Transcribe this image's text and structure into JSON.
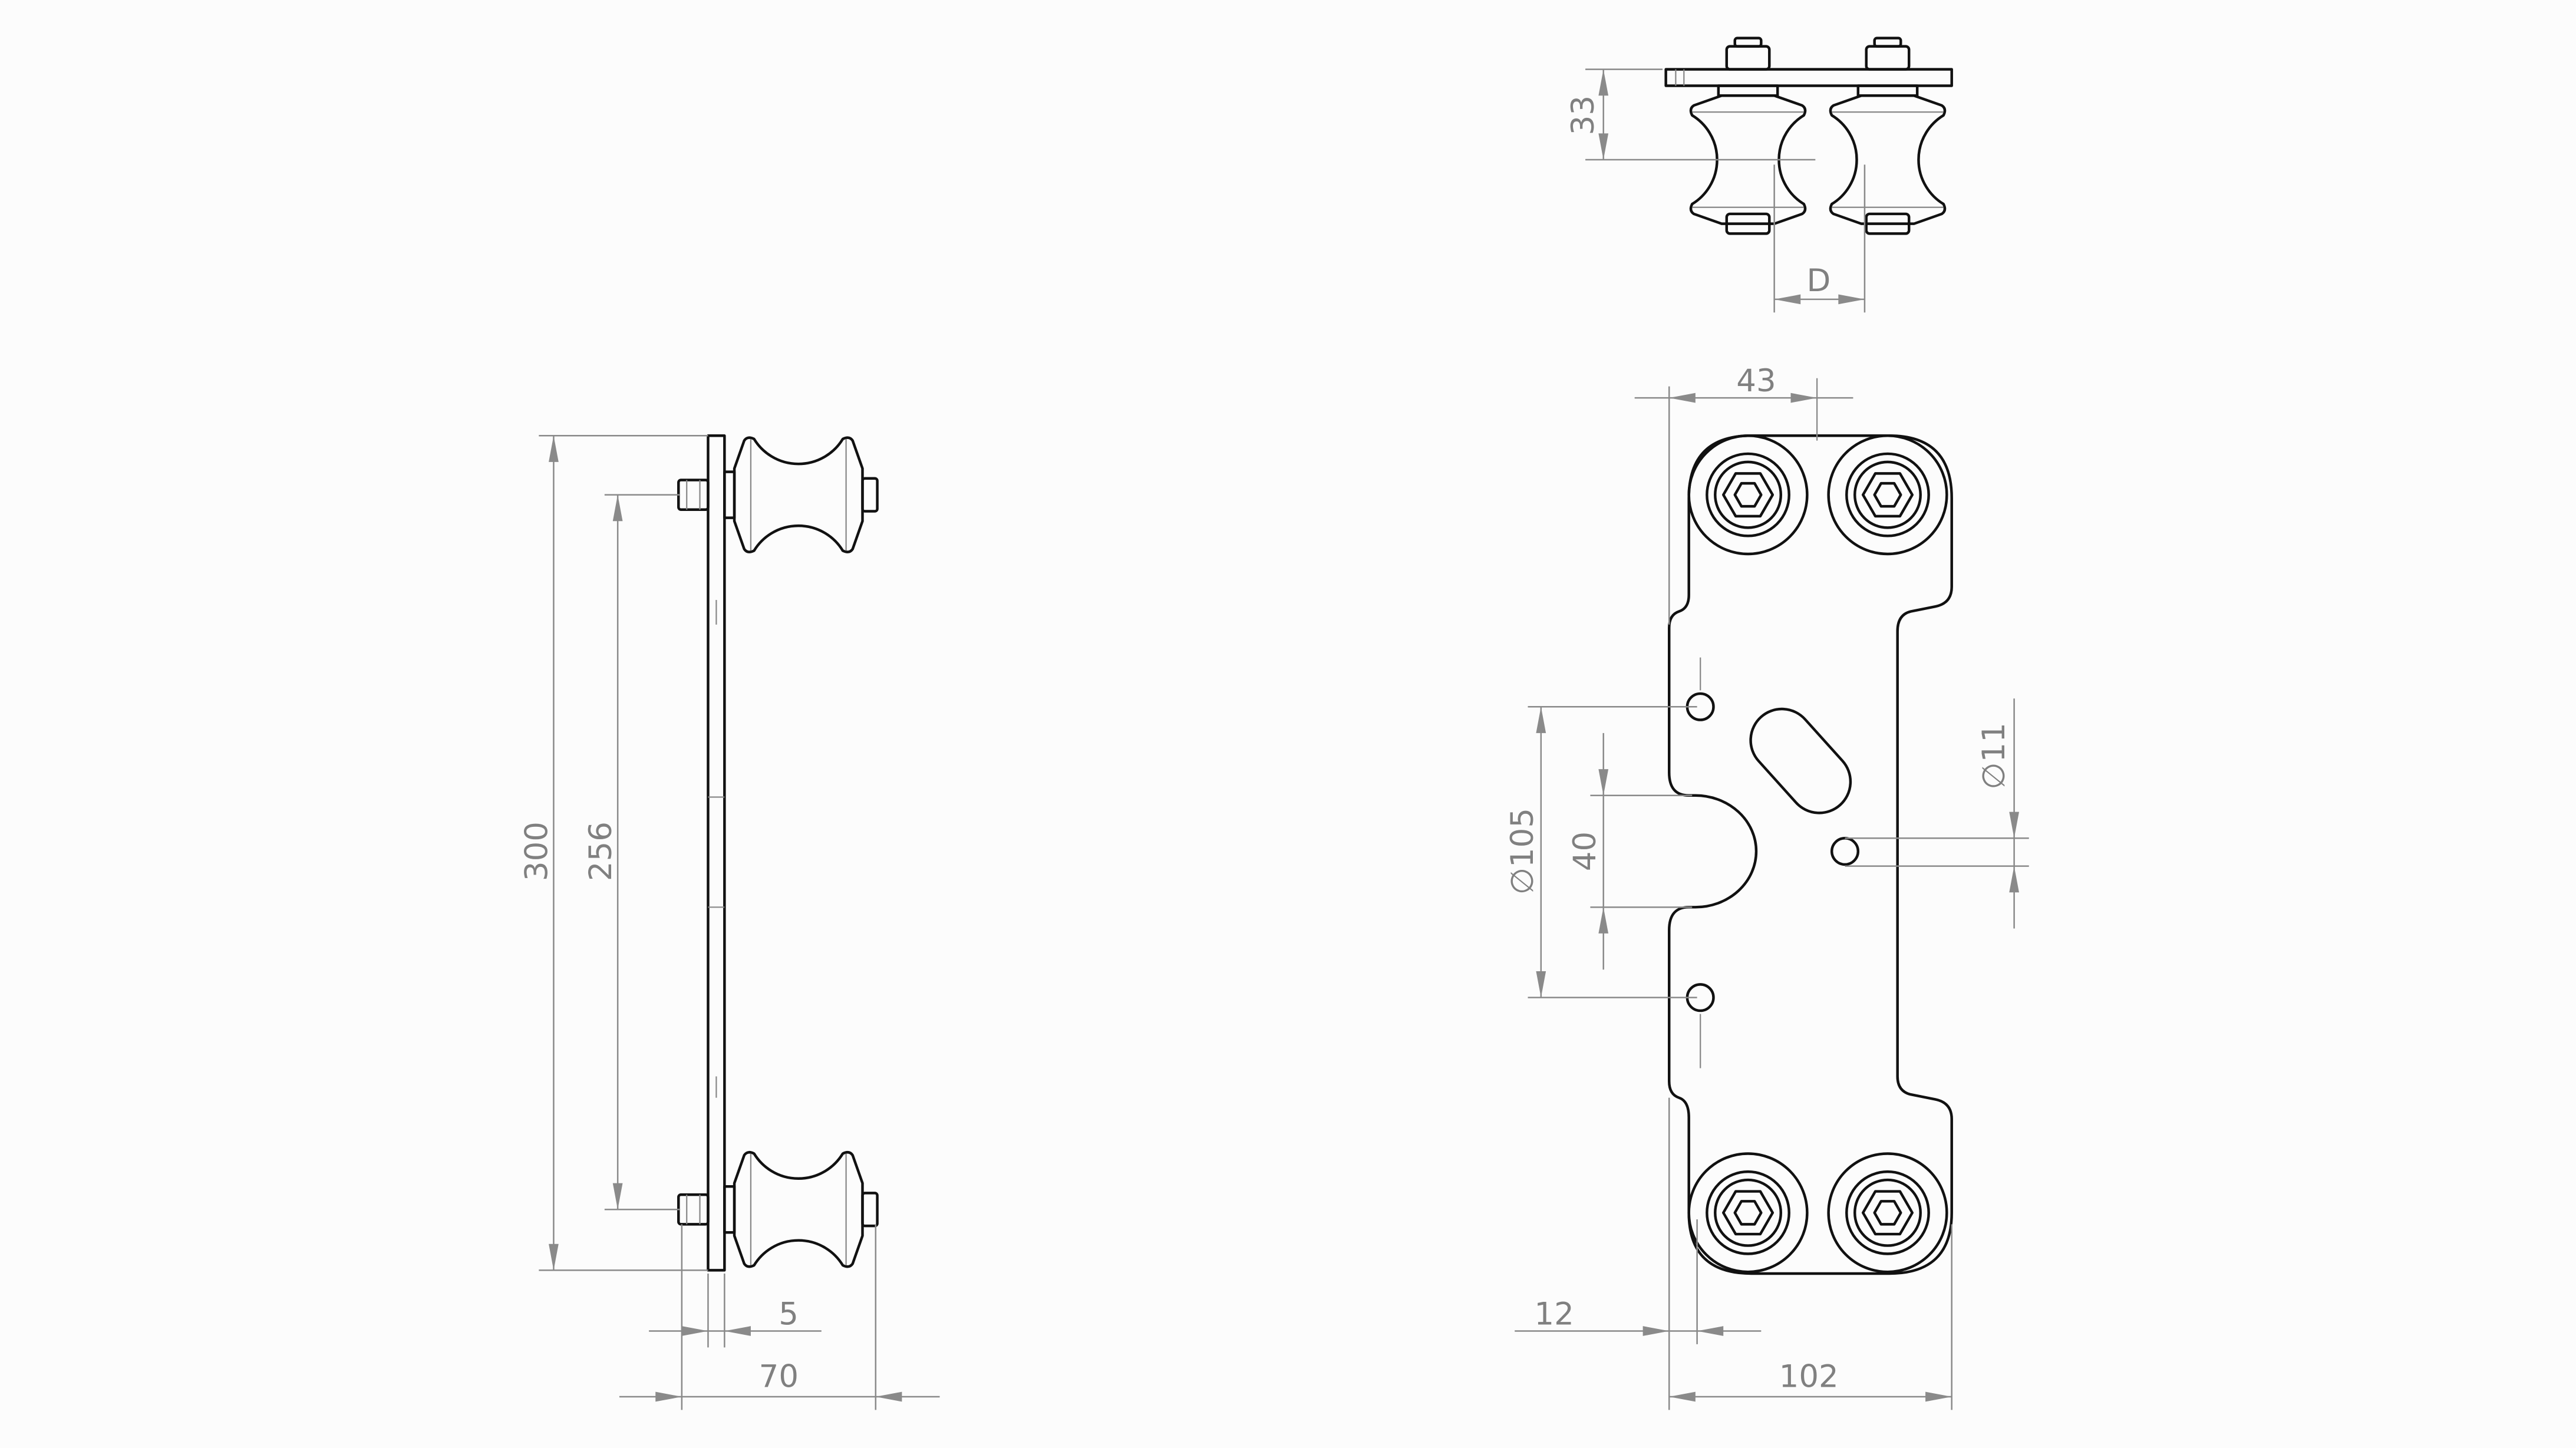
{
  "drawing": {
    "top_view": {
      "height_dim": "33",
      "spacing_dim": "D"
    },
    "side_view": {
      "height_dim": "300",
      "axle_spacing_dim": "256",
      "plate_thickness_dim": "5",
      "width_dim": "70"
    },
    "front_view": {
      "bolt_offset_dim": "43",
      "hole_spacing_dim": "∅105",
      "cutout_dim": "40",
      "hole_diameter_dim": "∅11",
      "edge_dim": "12",
      "width_dim": "102"
    },
    "colors": {
      "line": "#111111",
      "dimension": "#8a8a8a",
      "background": "#fcfcfc"
    }
  }
}
